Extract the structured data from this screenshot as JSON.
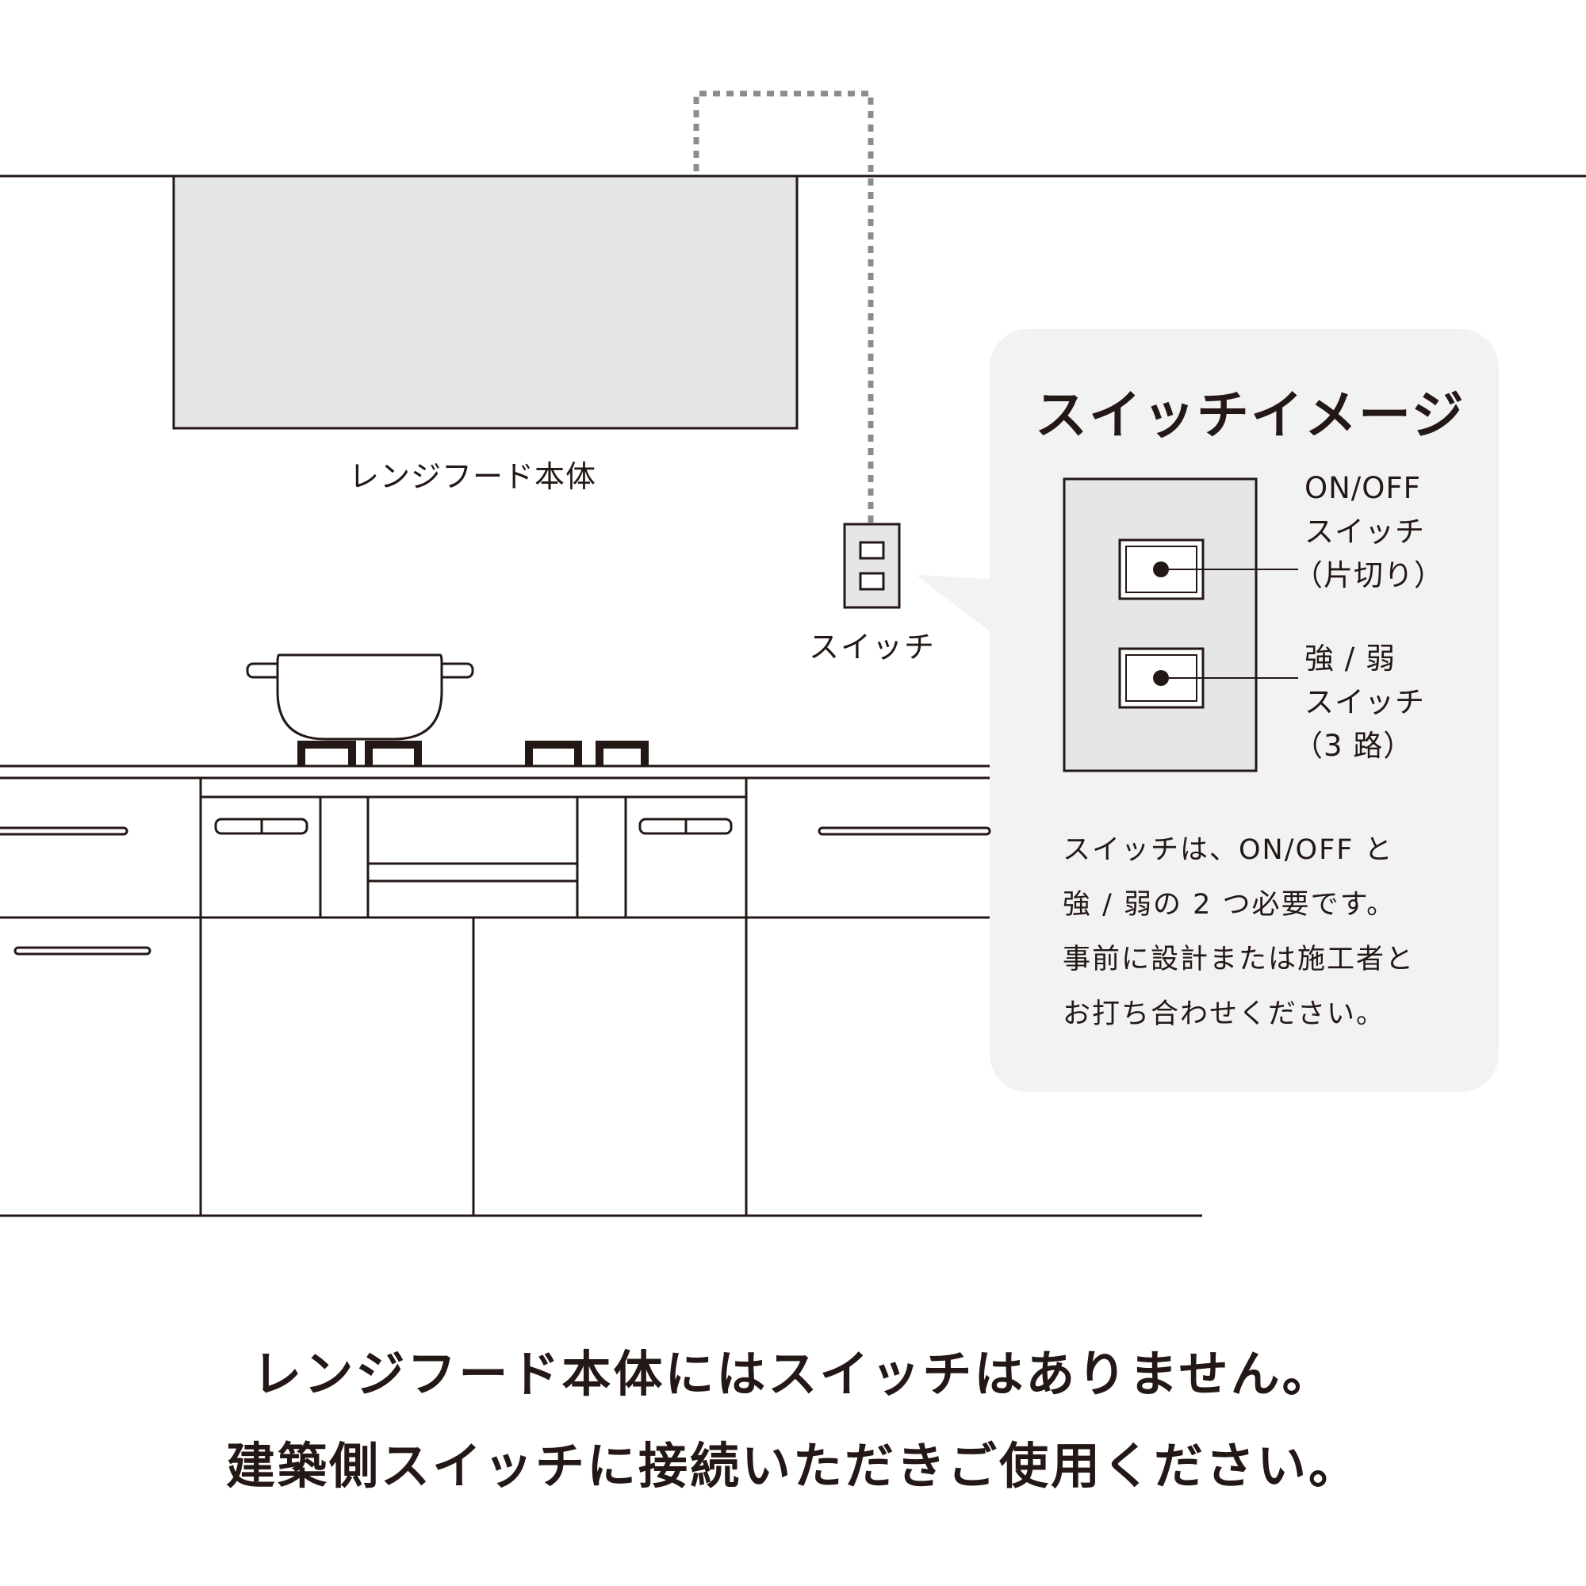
{
  "diagram": {
    "hood_label": "レンジフード本体",
    "switch_label": "スイッチ",
    "callout": {
      "title": "スイッチイメージ",
      "onoff_label": [
        "ON/OFF",
        "スイッチ",
        "（片切り）"
      ],
      "strength_label": [
        "強 / 弱",
        "スイッチ",
        "（3 路）"
      ],
      "note": [
        "スイッチは、ON/OFF と",
        "強 / 弱の 2 つ必要です。",
        "事前に設計または施工者と",
        "お打ち合わせください。"
      ]
    }
  },
  "caption": {
    "line1": "レンジフード本体にはスイッチはありません。",
    "line2": "建築側スイッチに接続いただきご使用ください。"
  },
  "colors": {
    "line": "#231815",
    "hood_fill": "#e6e6e6",
    "callout_bg": "#f2f2f2",
    "wire": "#8c8c8c"
  }
}
